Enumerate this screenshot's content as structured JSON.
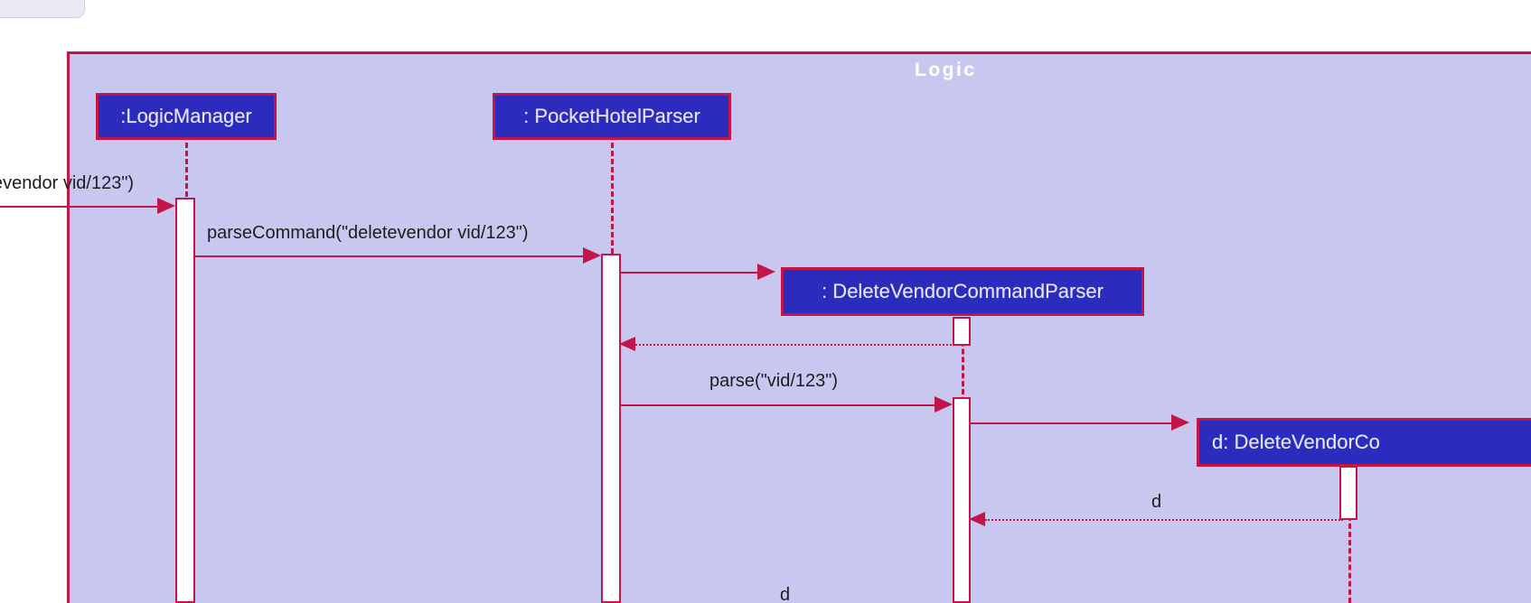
{
  "diagram": {
    "type": "uml-sequence-diagram",
    "title_tab": "",
    "package": {
      "label": "Logic",
      "fill": "#c7c7f0",
      "border": "#c2164a",
      "label_color": "#ffffff"
    },
    "colors": {
      "participant_fill": "#2b2bbd",
      "participant_text": "#e8e8ff",
      "line": "#c2164a",
      "activation_fill": "#ffffff",
      "label_text": "#1d1d1d",
      "canvas": "#ffffff"
    },
    "participants": [
      {
        "id": "logicmanager",
        "label": ":LogicManager"
      },
      {
        "id": "pockethotelparser",
        "label": ": PocketHotelParser"
      },
      {
        "id": "deletevendorcommandparser",
        "label": ": DeleteVendorCommandParser"
      },
      {
        "id": "deletevendorcommand",
        "label": "d: DeleteVendorCo"
      }
    ],
    "messages": [
      {
        "id": "m0",
        "label": "evendor vid/123\")",
        "kind": "call",
        "truncated": true
      },
      {
        "id": "m1",
        "label": "parseCommand(\"deletevendor vid/123\")",
        "kind": "call"
      },
      {
        "id": "m2",
        "label": "",
        "kind": "create"
      },
      {
        "id": "m3",
        "label": "",
        "kind": "return"
      },
      {
        "id": "m4",
        "label": "parse(\"vid/123\")",
        "kind": "call"
      },
      {
        "id": "m5",
        "label": "",
        "kind": "create"
      },
      {
        "id": "m6",
        "label": "d",
        "kind": "return"
      },
      {
        "id": "m7",
        "label": "d",
        "kind": "return",
        "truncated": true
      }
    ]
  }
}
